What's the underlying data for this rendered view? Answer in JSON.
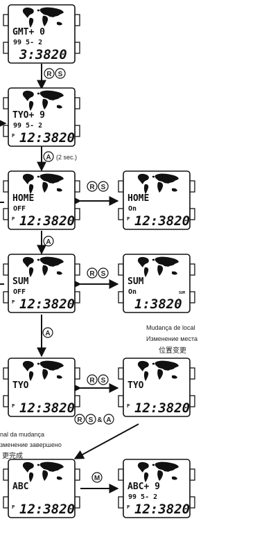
{
  "buttons": {
    "r": "R",
    "s": "S",
    "a": "A",
    "m": "M",
    "amp": "&"
  },
  "labels": {
    "two_sec": "(2 sec.)",
    "change_pt": "Mudança de local",
    "change_ru": "Изменение места",
    "change_zh": "位置变更",
    "end_pt": "nal da mudança",
    "end_ru": "зменение завершено",
    "end_zh": "更完成"
  },
  "watches": [
    {
      "l1": "GMT+ 0",
      "l2": "99  5- 2",
      "p": "",
      "time": "3:3820"
    },
    {
      "l1": "TYO+ 9",
      "l2": "99  5- 2",
      "p": "P",
      "time": "12:3820"
    },
    {
      "l1": "HOME",
      "l2": "OFF",
      "p": "P",
      "time": "12:3820"
    },
    {
      "l1": "HOME",
      "l2": "On",
      "p": "P",
      "time": "12:3820"
    },
    {
      "l1": "SUM",
      "l2": "OFF",
      "p": "P",
      "time": "12:3820"
    },
    {
      "l1": "SUM",
      "l2": "On",
      "p": "",
      "time": "1:3820",
      "extra": "SUM"
    },
    {
      "l1": "TYO",
      "l2": "",
      "p": "P",
      "time": "12:3820"
    },
    {
      "l1": "TYO",
      "l2": "",
      "p": "P",
      "time": "12:3820"
    },
    {
      "l1": "ABC",
      "l2": "",
      "p": "P",
      "time": "12:3820"
    },
    {
      "l1": "ABC+ 9",
      "l2": "99  5- 2",
      "p": "P",
      "time": "12:3820"
    }
  ]
}
